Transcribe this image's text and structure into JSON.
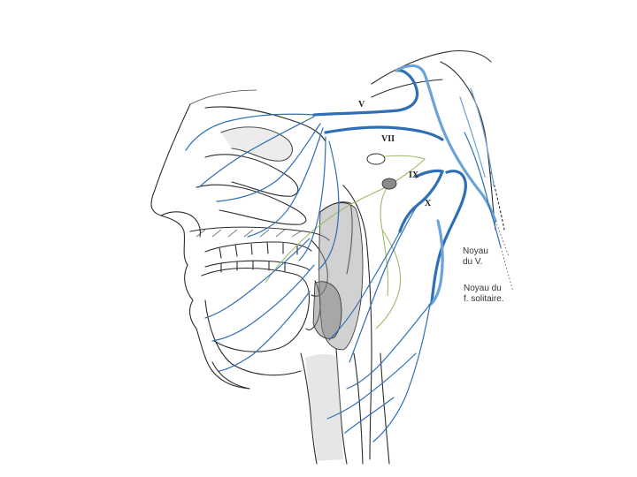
{
  "nerve_labels": {
    "v": "V",
    "vii": "VII",
    "ix": "IX",
    "x": "X"
  },
  "side_labels": {
    "noyau_v_line1": "Noyau",
    "noyau_v_line2": "du V.",
    "noyau_solitaire_line1": "Noyau du",
    "noyau_solitaire_line2": "f. solitaire."
  },
  "colors": {
    "nerve_blue": "#2f6fb5",
    "nerve_light_blue": "#6aa3d8",
    "glossopharyngeal_green": "#9dbb6a",
    "ink": "#2b2b2b"
  }
}
